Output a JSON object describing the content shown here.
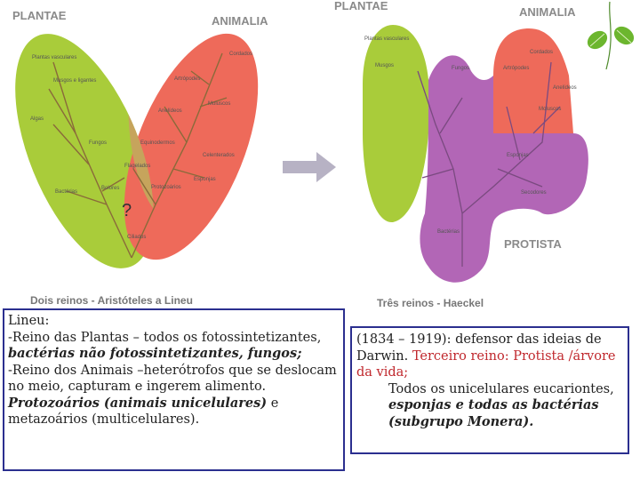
{
  "left_diagram": {
    "title_plantae": "PLANTAE",
    "title_animalia": "ANIMALIA",
    "question_mark": "?",
    "caption": "Dois reinos - Aristóteles a Lineu",
    "branch_labels": [
      "Plantas vasculares",
      "Musgos e ligantes",
      "Algas",
      "Fungos",
      "Bactérias",
      "Bolores",
      "Ciliados",
      "Cordados",
      "Artrópodes",
      "Anelídeos",
      "Moluscos",
      "Equinodermos",
      "Celenterados",
      "Esponjas",
      "Flagelados",
      "Protozoários"
    ]
  },
  "right_diagram": {
    "title_plantae": "PLANTAE",
    "title_animalia": "ANIMALIA",
    "title_protista": "PROTISTA",
    "caption": "Três reinos - Haeckel",
    "branch_labels": [
      "Plantas vasculares",
      "Musgos",
      "Fungos",
      "Bactérias",
      "Secodores",
      "Cordados",
      "Artrópodes",
      "Anelídeos",
      "Moluscos",
      "Esponjas"
    ]
  },
  "left_box": {
    "name": "Lineu",
    "colon": ":",
    "line1_plain": "-Reino das Plantas – todos os fotossintetizantes, ",
    "line1_em": "bactérias não fotossintetizantes, fungos;",
    "line2_plain": "-Reino dos Animais –heterótrofos que se deslocam no meio, capturam e ingerem alimento. ",
    "line2_em1": "Protozoários (animais unicelulares)",
    "line2_mid": " e metazoários (multicelulares)."
  },
  "right_box": {
    "intro": "(1834 – 1919): defensor das ideias de Darwin. ",
    "red_text": "Terceiro reino: Protista /árvore da vida;",
    "indent_plain": "Todos os unicelulares eucariontes, ",
    "indent_em": "esponjas e todas as bactérias (subgrupo Monera)."
  },
  "colors": {
    "plantae_green": "#a9cc3a",
    "animalia_red": "#ee6a5a",
    "overlap_tan": "#c6a45c",
    "protista_purple": "#b266b6",
    "arrow_gray": "#b7b2c4",
    "border_blue": "#2b2f8f"
  }
}
